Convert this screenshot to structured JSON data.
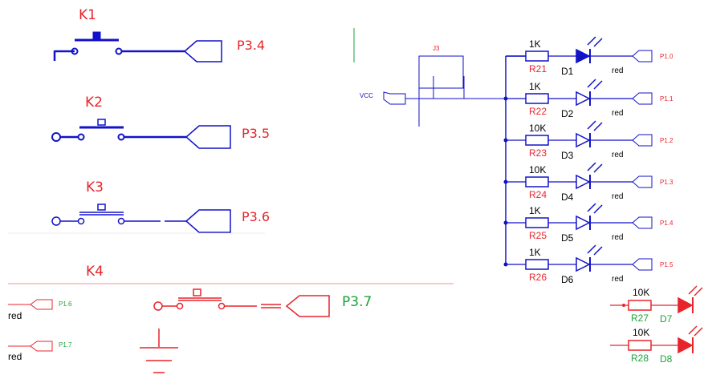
{
  "switches": [
    {
      "ref": "K1",
      "port": "P3.4"
    },
    {
      "ref": "K2",
      "port": "P3.5"
    },
    {
      "ref": "K3",
      "port": "P3.6"
    },
    {
      "ref": "K4",
      "port": "P3.7"
    }
  ],
  "vcc_label": "VCC",
  "header_label": "J3",
  "led_rows": [
    {
      "res_value": "1K",
      "res_ref": "R21",
      "diode_ref": "D1",
      "color": "red",
      "port": "P1.0"
    },
    {
      "res_value": "1K",
      "res_ref": "R22",
      "diode_ref": "D2",
      "color": "red",
      "port": "P1.1"
    },
    {
      "res_value": "10K",
      "res_ref": "R23",
      "diode_ref": "D3",
      "color": "red",
      "port": "P1.2"
    },
    {
      "res_value": "10K",
      "res_ref": "R24",
      "diode_ref": "D4",
      "color": "red",
      "port": "P1.3"
    },
    {
      "res_value": "1K",
      "res_ref": "R25",
      "diode_ref": "D5",
      "color": "red",
      "port": "P1.4"
    },
    {
      "res_value": "1K",
      "res_ref": "R26",
      "diode_ref": "D6",
      "color": "red",
      "port": "P1.5"
    }
  ],
  "extra_rows": [
    {
      "res_value": "10K",
      "res_ref": "R27",
      "diode_ref": "D7"
    },
    {
      "res_value": "10K",
      "res_ref": "R28",
      "diode_ref": "D8"
    }
  ],
  "left_ports": [
    {
      "port": "P1.6",
      "color": "red"
    },
    {
      "port": "P1.7",
      "color": "red"
    }
  ],
  "colors": {
    "blue": "#1212c8",
    "red": "#e8242b",
    "green": "#1aa33a"
  }
}
